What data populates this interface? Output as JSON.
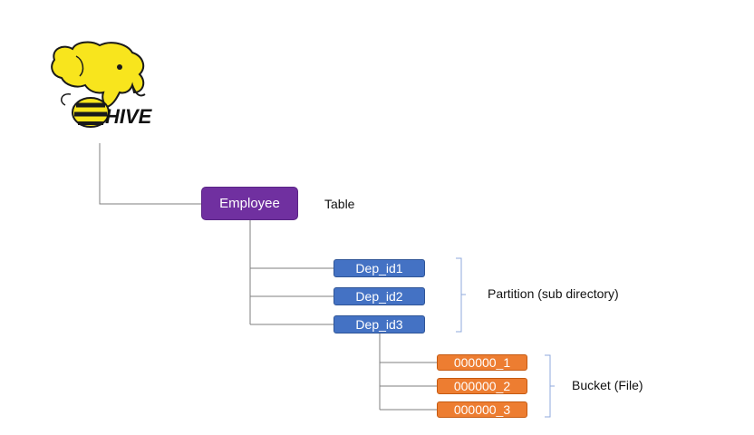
{
  "logo": {
    "text": "HIVE",
    "name": "hive-logo"
  },
  "table": {
    "label": "Employee",
    "caption": "Table"
  },
  "partitions": {
    "items": [
      {
        "label": "Dep_id1"
      },
      {
        "label": "Dep_id2"
      },
      {
        "label": "Dep_id3"
      }
    ],
    "caption": "Partition (sub directory)"
  },
  "buckets": {
    "items": [
      {
        "label": "000000_1"
      },
      {
        "label": "000000_2"
      },
      {
        "label": "000000_3"
      }
    ],
    "caption": "Bucket (File)"
  },
  "colors": {
    "table": "#7030a0",
    "partition": "#4472c4",
    "bucket": "#ed7d31",
    "bracket": "#8faadc",
    "logo_yellow": "#f8e51d"
  }
}
